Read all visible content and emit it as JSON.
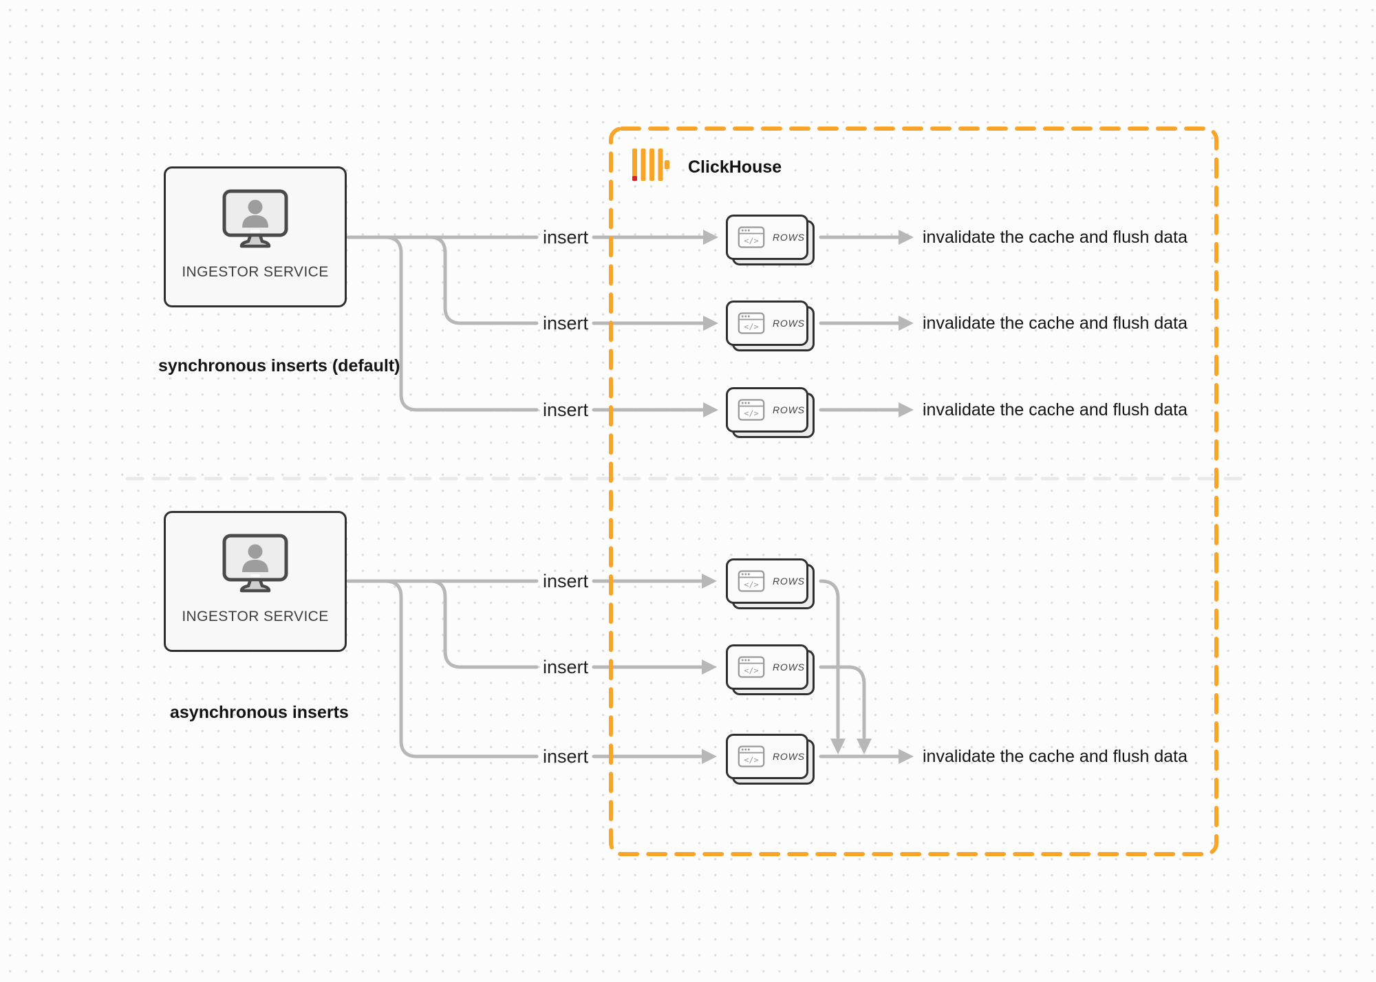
{
  "clickhouse": {
    "label": "ClickHouse"
  },
  "icons": {
    "code_glyph": "</>",
    "monitor_user_icon": "monitor-with-user",
    "clickhouse_logo": "clickhouse-bars-logo"
  },
  "colors": {
    "accent_orange": "#F7A428",
    "logo_red": "#E01E1E",
    "connector_gray": "#B7B7B7",
    "border_dark": "#2F2F2F",
    "divider_gray": "#E9E9E9"
  },
  "sync": {
    "caption": "synchronous inserts (default)",
    "service_label": "INGESTOR SERVICE",
    "rows": [
      {
        "insert_label": "insert",
        "card_label": "ROWS",
        "result_label": "invalidate the cache and flush data"
      },
      {
        "insert_label": "insert",
        "card_label": "ROWS",
        "result_label": "invalidate the cache and flush data"
      },
      {
        "insert_label": "insert",
        "card_label": "ROWS",
        "result_label": "invalidate the cache and flush data"
      }
    ]
  },
  "async": {
    "caption": "asynchronous inserts",
    "service_label": "INGESTOR SERVICE",
    "rows": [
      {
        "insert_label": "insert",
        "card_label": "ROWS"
      },
      {
        "insert_label": "insert",
        "card_label": "ROWS"
      },
      {
        "insert_label": "insert",
        "card_label": "ROWS",
        "result_label": "invalidate the cache and flush data"
      }
    ]
  }
}
